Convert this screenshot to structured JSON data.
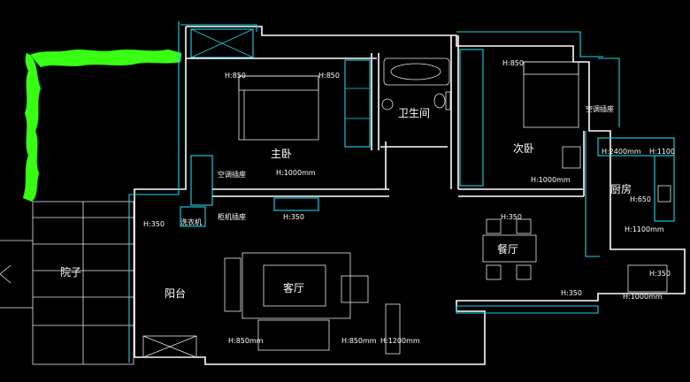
{
  "colors": {
    "background": "#000000",
    "wall": "#ffffff",
    "accent": "#1fd3e6",
    "plant": "#39ff14",
    "label": "#ffffff"
  },
  "rooms": {
    "master_bedroom": "主卧",
    "bathroom": "卫生间",
    "second_bedroom": "次卧",
    "kitchen": "厨房",
    "dining": "餐厅",
    "living": "客厅",
    "balcony": "阳台",
    "yard": "院子"
  },
  "annotations": {
    "h850_a": "H:850",
    "h850_b": "H:850",
    "h850_c": "H:850",
    "h350_din": "H:350",
    "h350_tv": "H:350",
    "h1000_mb": "H:1000mm",
    "h1000_sb": "H:1000mm",
    "h2400": "H:2400mm",
    "h1100_a": "H:1100",
    "h650": "H:650",
    "h1100_b": "H:1100mm",
    "h350_k": "H:350",
    "h1000_k": "H:1000mm",
    "h350_t": "H:350",
    "h850_l1": "H:850mm",
    "h850_l2": "H:850mm",
    "h1200": "H:1200mm",
    "h350_bal": "H:350",
    "ac_socket_a": "空调插座",
    "ac_socket_b": "空调插座",
    "cabinet_socket": "柜机插座",
    "washer": "洗衣机"
  }
}
